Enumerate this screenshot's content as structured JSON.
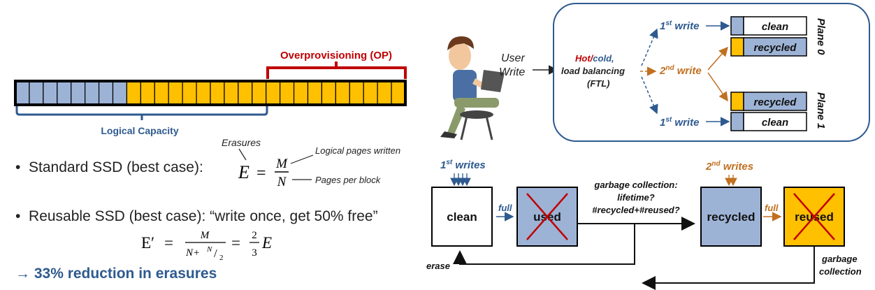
{
  "ssd": {
    "op_label": "Overprovisioning (OP)",
    "logical_label": "Logical Capacity",
    "blue_cells": 8,
    "yellow_cells": 20,
    "colors": {
      "blue": "#9db3d6",
      "yellow": "#ffc000",
      "op": "#c00000",
      "logical": "#2e5a8f"
    }
  },
  "formulas": {
    "standard_label": "Standard SSD (best case):",
    "erasures_label": "Erasures",
    "logical_pages_label": "Logical pages written",
    "pages_per_block_label": "Pages per block",
    "lhs": "E",
    "eq": "=",
    "num": "M",
    "den": "N",
    "reusable_label": "Reusable SSD (best case): “write once, get 50% free”",
    "lhs2": "E′",
    "den2_n": "N+",
    "den2_half_n": "N",
    "den2_half_d": "2",
    "frac_two": "2",
    "frac_three": "3",
    "rhs_e": "E",
    "reduction": "→ 33% reduction in erasures"
  },
  "routing": {
    "user_label_1": "User",
    "user_label_2": "Write",
    "hot": "Hot/",
    "cold": "cold,",
    "load_balancing": "load balancing",
    "ftl": "(FTL)",
    "first_write": "1",
    "second_write": "2",
    "st": "st",
    "nd": "nd",
    "write_word": "write",
    "plane0": "Plane 0",
    "plane1": "Plane 1",
    "block_clean": "clean",
    "block_recycled": "recycled"
  },
  "lifecycle": {
    "first_writes": "1",
    "first_sup": "st",
    "writes_word": "writes",
    "second_writes": "2",
    "second_sup": "nd",
    "clean": "clean",
    "used": "used",
    "recycled": "recycled",
    "reused": "reused",
    "full": "full",
    "gc_line1": "garbage collection:",
    "gc_line2": "lifetime?",
    "gc_line3": "#recycled+#reused?",
    "erase": "erase",
    "garbage": "garbage",
    "collection": "collection"
  }
}
